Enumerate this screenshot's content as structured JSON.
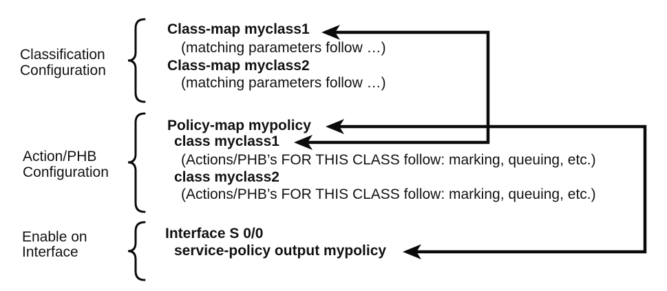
{
  "sections": {
    "classification": {
      "label_line1": "Classification",
      "label_line2": "Configuration"
    },
    "action_phb": {
      "label_line1": "Action/PHB",
      "label_line2": "Configuration"
    },
    "enable": {
      "label_line1": "Enable on",
      "label_line2": "Interface"
    }
  },
  "code": {
    "classmap1": "Class-map myclass1",
    "matching1": "(matching parameters follow …)",
    "classmap2": "Class-map myclass2",
    "matching2": "(matching parameters follow …)",
    "policymap": "Policy-map mypolicy",
    "class1": "class myclass1",
    "actions1": "(Actions/PHB’s FOR THIS CLASS follow: marking, queuing, etc.)",
    "class2": "class myclass2",
    "actions2": "(Actions/PHB’s FOR THIS CLASS follow: marking, queuing, etc.)",
    "interface": "Interface S 0/0",
    "servicepolicy": "service-policy output mypolicy"
  },
  "connectors": [
    {
      "from": "class myclass1",
      "to": "Class-map myclass1",
      "style": "right-angle, arrowheads at both ends pointing left"
    },
    {
      "from": "service-policy output mypolicy",
      "to": "Policy-map mypolicy",
      "style": "right-angle, arrowheads at both ends pointing left"
    }
  ],
  "colors": {
    "background": "#ffffff",
    "line": "#0a0a0a",
    "text": "#111113"
  }
}
